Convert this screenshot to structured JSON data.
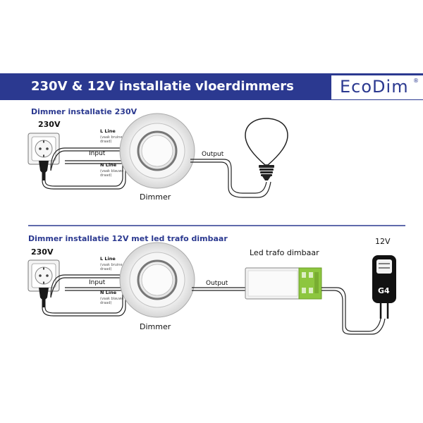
{
  "header": {
    "title": "230V & 12V installatie vloerdimmers",
    "logo_text": "EcoDim",
    "logo_mark": "®"
  },
  "colors": {
    "brand": "#2b3990",
    "transformer_accent": "#8dc63f",
    "cable": "#222222"
  },
  "section1": {
    "title": "Dimmer installatie 230V",
    "voltage": "230V",
    "input_label": "Input",
    "output_label": "Output",
    "l_line": "L Line",
    "l_note_1": "(vaak bruine",
    "l_note_2": "draad)",
    "n_line": "N Line",
    "n_note_1": "(vaak blauwe",
    "n_note_2": "draad)",
    "dimmer_label": "Dimmer",
    "lamp_icon": "light-bulb-icon"
  },
  "section2": {
    "title": "Dimmer installatie 12V met led trafo dimbaar",
    "voltage": "230V",
    "input_label": "Input",
    "output_label": "Output",
    "l_line": "L Line",
    "l_note_1": "(vaak bruine",
    "l_note_2": "draad)",
    "n_line": "N Line",
    "n_note_1": "(vaak blauwe",
    "n_note_2": "draad)",
    "dimmer_label": "Dimmer",
    "transformer_label": "Led trafo dimbaar",
    "lamp_voltage": "12V",
    "lamp_type": "G4",
    "lamp_icon": "g4-capsule-icon"
  }
}
